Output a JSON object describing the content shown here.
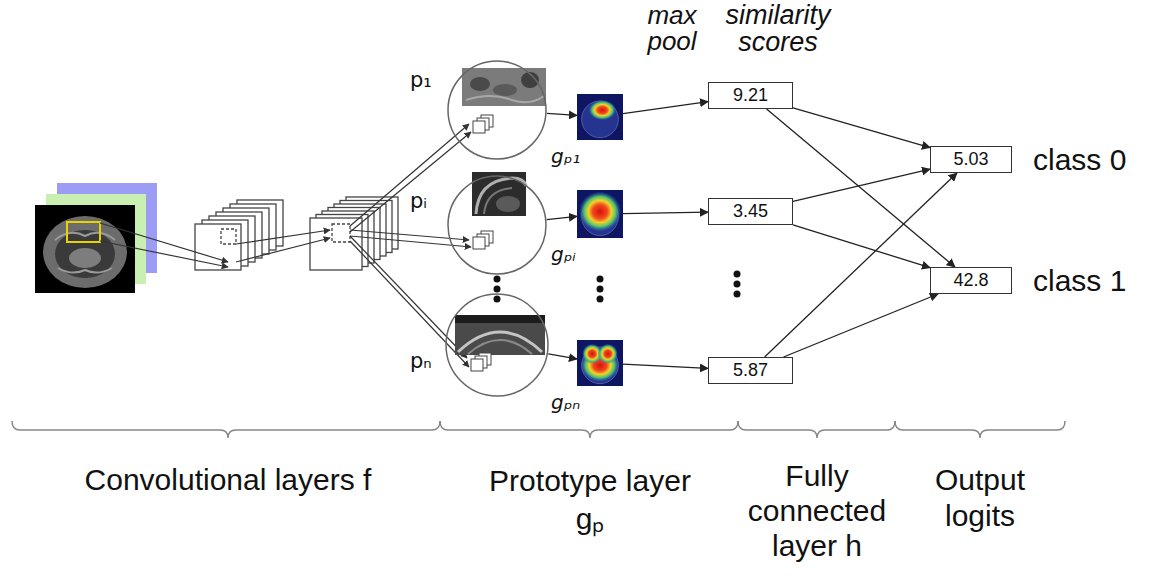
{
  "diagram": {
    "nodes": [
      {
        "text": [
          "p₁"
        ]
      },
      {
        "text": [
          "gₚ₁"
        ]
      },
      {
        "text": [
          "9.21"
        ]
      },
      {
        "text": [
          "pᵢ"
        ]
      },
      {
        "text": [
          "gₚᵢ"
        ]
      },
      {
        "text": [
          "3.45"
        ]
      },
      {
        "text": [
          "pₙ"
        ]
      },
      {
        "text": [
          "gₚₙ"
        ]
      },
      {
        "text": [
          "5.87"
        ]
      },
      {
        "text": [
          "5.03",
          "class 0"
        ]
      },
      {
        "text": [
          "42.8",
          "class 1"
        ]
      }
    ],
    "edges": [
      {
        "from": 0,
        "to": 1,
        "arrow": "to"
      },
      {
        "from": 1,
        "to": 2,
        "arrow": "to"
      },
      {
        "from": 3,
        "to": 4,
        "arrow": "to"
      },
      {
        "from": 4,
        "to": 5,
        "arrow": "to"
      },
      {
        "from": 6,
        "to": 7,
        "arrow": "to"
      },
      {
        "from": 7,
        "to": 8,
        "arrow": "to"
      },
      {
        "from": 2,
        "to": 9,
        "arrow": "to"
      },
      {
        "from": 2,
        "to": 10,
        "arrow": "to"
      },
      {
        "from": 5,
        "to": 9,
        "arrow": "to"
      },
      {
        "from": 5,
        "to": 10,
        "arrow": "to"
      },
      {
        "from": 8,
        "to": 9,
        "arrow": "to"
      },
      {
        "from": 8,
        "to": 10,
        "arrow": "to"
      }
    ],
    "labels": [
      "max pool",
      "similarity scores",
      "Convolutional layers f",
      "Prototype layer gₚ",
      "Fully connected layer h",
      "Output logits"
    ]
  }
}
